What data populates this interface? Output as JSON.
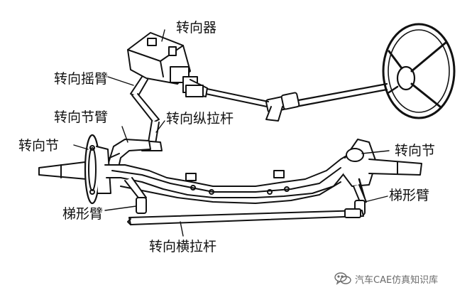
{
  "labels": {
    "steering_gear": "转向器",
    "pitman_arm": "转向摇臂",
    "knuckle_arm": "转向节臂",
    "drag_link": "转向纵拉杆",
    "knuckle_left": "转向节",
    "knuckle_right": "转向节",
    "trapezoid_arm_left": "梯形臂",
    "trapezoid_arm_right": "梯形臂",
    "tie_rod": "转向横拉杆"
  },
  "watermark": {
    "icon": "wechat-icon",
    "text": "汽车CAE仿真知识库"
  },
  "colors": {
    "line": "#111111",
    "background": "#ffffff",
    "watermark": "#6a6a6a"
  }
}
